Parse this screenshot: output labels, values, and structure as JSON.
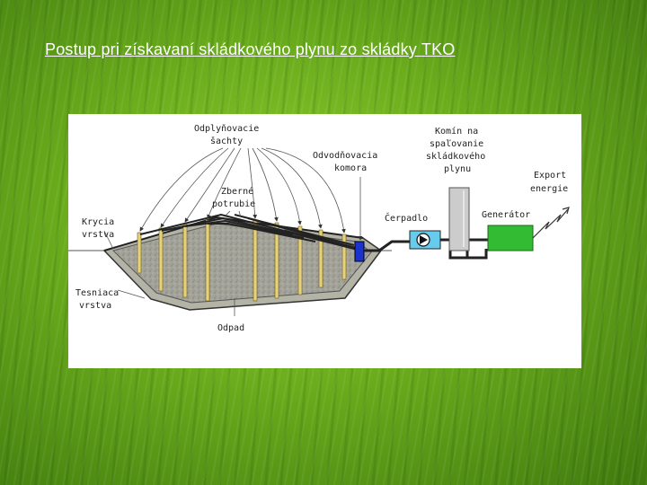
{
  "slide": {
    "title": "Postup pri získavaní skládkového plynu zo skládky TKO"
  },
  "diagram": {
    "labels": {
      "odplynovacie_1": "Odplyňovacie",
      "odplynovacie_2": "šachty",
      "zberne_1": "Zberné",
      "zberne_2": "potrubie",
      "kryc_1": "Krycia",
      "kryc_2": "vrstva",
      "tesn_1": "Tesniaca",
      "tesn_2": "vrstva",
      "odpad": "Odpad",
      "odvod_1": "Odvodňovacia",
      "odvod_2": "komora",
      "komin_1": "Komín na",
      "komin_2": "spaľovanie",
      "komin_3": "skládkového",
      "komin_4": "plynu",
      "cerpadlo": "Čerpadlo",
      "generator": "Generátor",
      "export_1": "Export",
      "export_2": "energie"
    },
    "colors": {
      "landfill_fill": "#b3b3a6",
      "waste_fill": "#9a9a9a",
      "shaft_color": "#e6d27a",
      "chamber_color": "#1a33cc",
      "pump_color": "#66ccee",
      "generator_color": "#33bb33",
      "chimney_color": "#cccccc"
    }
  }
}
